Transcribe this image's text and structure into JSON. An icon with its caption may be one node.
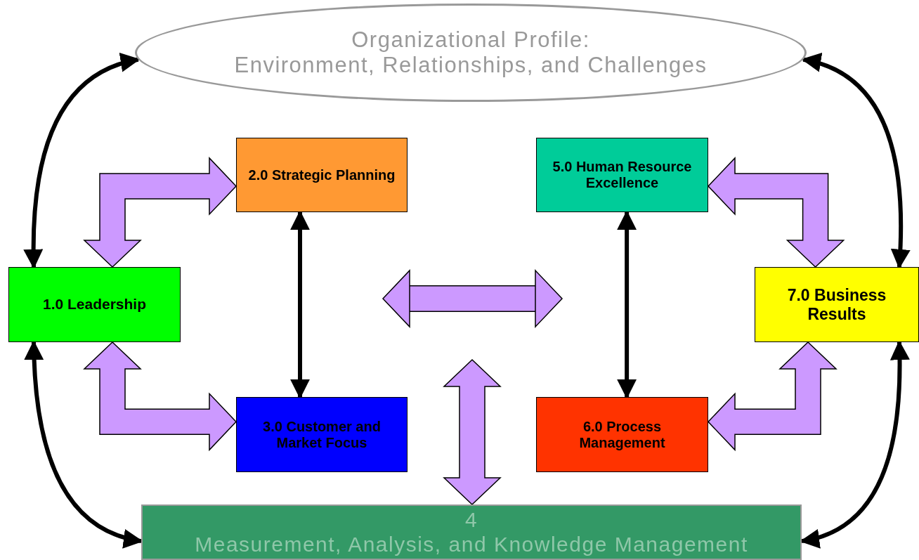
{
  "diagram": {
    "nodes": [
      {
        "text": [
          "Organizational Profile:",
          "Environment, Relationships, and Challenges"
        ]
      },
      {
        "text": [
          "2.0 Strategic Planning"
        ]
      },
      {
        "text": [
          "5.0 Human Resource Excellence"
        ]
      },
      {
        "text": [
          "1.0 Leadership"
        ]
      },
      {
        "text": [
          "7.0 Business Results"
        ]
      },
      {
        "text": [
          "3.0 Customer and Market Focus"
        ]
      },
      {
        "text": [
          "6.0 Process Management"
        ]
      },
      {
        "text": [
          "4",
          "Measurement, Analysis, and Knowledge Management"
        ]
      }
    ],
    "edges": [
      {
        "from": 0,
        "to": 3,
        "arrow": "both"
      },
      {
        "from": 0,
        "to": 4,
        "arrow": "both"
      },
      {
        "from": 1,
        "to": 5,
        "arrow": "both"
      },
      {
        "from": 2,
        "to": 6,
        "arrow": "both"
      },
      {
        "from": 3,
        "to": 7,
        "arrow": "both"
      },
      {
        "from": 4,
        "to": 7,
        "arrow": "both"
      },
      {
        "from": 3,
        "to": 1,
        "arrow": "both",
        "style": "thick",
        "color": "#cc99ff"
      },
      {
        "from": 3,
        "to": 5,
        "arrow": "both",
        "style": "thick",
        "color": "#cc99ff"
      },
      {
        "from": 2,
        "to": 4,
        "arrow": "both",
        "style": "thick",
        "color": "#cc99ff"
      },
      {
        "from": 6,
        "to": 4,
        "arrow": "both",
        "style": "thick",
        "color": "#cc99ff"
      },
      {
        "from": null,
        "to": 7,
        "arrow": "both",
        "style": "thick",
        "color": "#cc99ff"
      }
    ]
  }
}
